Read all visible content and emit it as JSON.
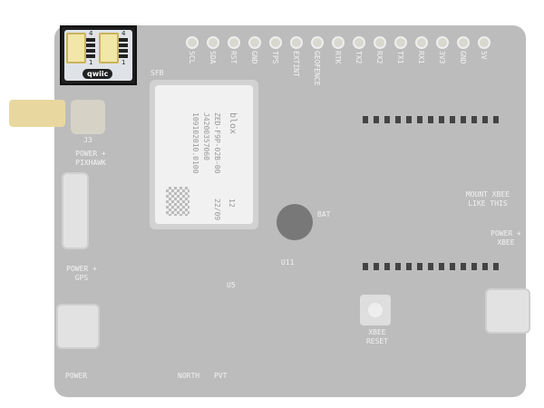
{
  "highlight": {
    "logo": "qwiic",
    "pin_high": "4",
    "pin_low": "1"
  },
  "module": {
    "brand": "blox",
    "part": "ZED-F9P-02B-00",
    "lot": "J4200357060",
    "serial": "109102010.0100",
    "date": "22/09",
    "rev": "12"
  },
  "pads_top": [
    "SCL",
    "SDA",
    "RST",
    "GND",
    "TPS",
    "EXTINT",
    "GEOFENCE",
    "RTK",
    "TX2",
    "RX2",
    "TX1",
    "RX1",
    "3V3",
    "GND",
    "5V"
  ],
  "labels": {
    "power_pixhawk": "POWER + PIXHAWK",
    "power_gps": "POWER + GPS",
    "power_xbee": "POWER + XBEE",
    "mount_xbee": "MOUNT XBEE LIKE THIS",
    "bat": "BAT",
    "reset": "XBEE RESET",
    "sfb": "SFB",
    "power_led": "POWER",
    "pvt_led": "PVT",
    "north": "NORTH",
    "j3": "J3",
    "u5": "U5",
    "u11": "U11"
  }
}
